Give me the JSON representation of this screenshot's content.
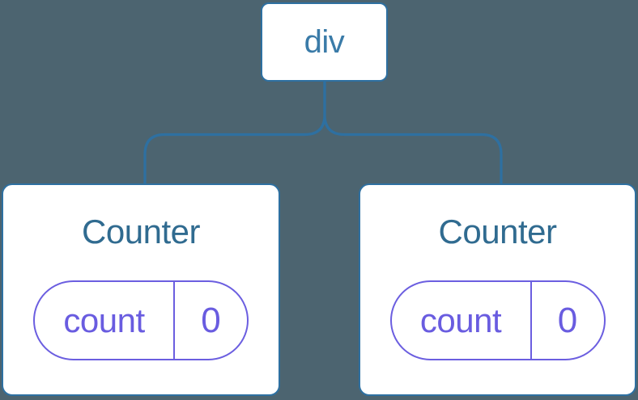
{
  "canvas": {
    "background_color": "#4C6470",
    "node_border_color": "#2E70A1",
    "connector_color": "#2E70A1",
    "root_text_color": "#3A7BA8",
    "title_text_color": "#306B90",
    "state_pill_color": "#6B5EE0"
  },
  "tree": {
    "root": {
      "label": "div"
    },
    "children": [
      {
        "title": "Counter",
        "state": {
          "name": "count",
          "value": "0"
        }
      },
      {
        "title": "Counter",
        "state": {
          "name": "count",
          "value": "0"
        }
      }
    ]
  }
}
